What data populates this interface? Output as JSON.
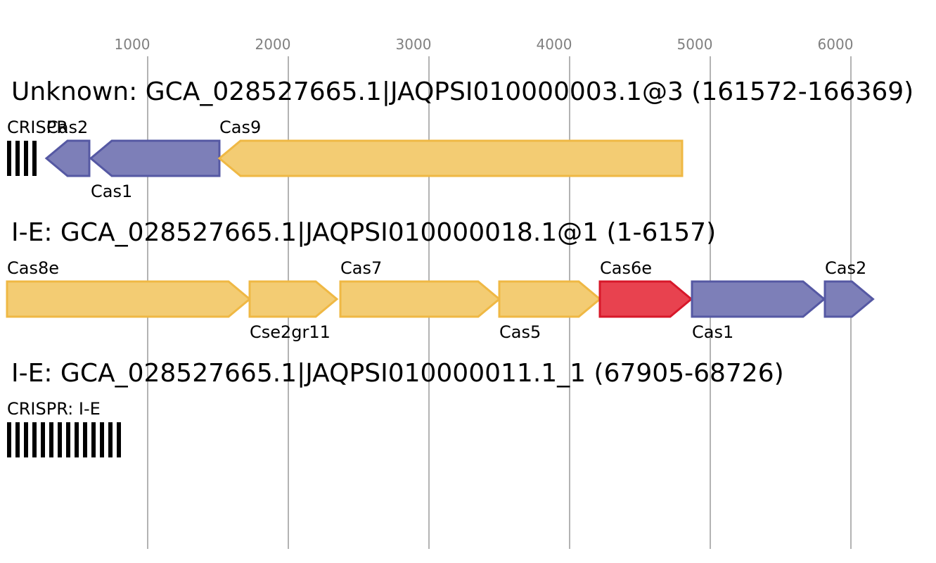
{
  "axis": {
    "ticks": [
      {
        "value": 1000,
        "label": "1000"
      },
      {
        "value": 2000,
        "label": "2000"
      },
      {
        "value": 3000,
        "label": "3000"
      },
      {
        "value": 4000,
        "label": "4000"
      },
      {
        "value": 5000,
        "label": "5000"
      },
      {
        "value": 6000,
        "label": "6000"
      }
    ]
  },
  "colors": {
    "cas_blue": "#7d7fb8",
    "cas_blue_stroke": "#5558a3",
    "cas_yellow": "#f3cc73",
    "cas_yellow_stroke": "#efb844",
    "cas_red": "#e8424f",
    "cas_red_stroke": "#d7182a",
    "crispr": "#000000"
  },
  "tracks": [
    {
      "title": "Unknown: GCA_028527665.1|JAQPSI010000003.1@3 (161572-166369)",
      "features": [
        {
          "kind": "crispr",
          "name": "CRISPR",
          "start": 0,
          "end": 230,
          "repeats": 4
        },
        {
          "kind": "gene",
          "name": "Cas2",
          "start": 280,
          "end": 585,
          "strand": "-",
          "color": "blue",
          "label_pos": "above"
        },
        {
          "kind": "gene",
          "name": "Cas1",
          "start": 595,
          "end": 1510,
          "strand": "-",
          "color": "blue",
          "label_pos": "below"
        },
        {
          "kind": "gene",
          "name": "Cas9",
          "start": 1510,
          "end": 4800,
          "strand": "-",
          "color": "yellow",
          "label_pos": "above"
        }
      ]
    },
    {
      "title": "I-E: GCA_028527665.1|JAQPSI010000018.1@1 (1-6157)",
      "features": [
        {
          "kind": "gene",
          "name": "Cas8e",
          "start": 0,
          "end": 1725,
          "strand": "+",
          "color": "yellow",
          "label_pos": "above"
        },
        {
          "kind": "gene",
          "name": "Cse2gr11",
          "start": 1725,
          "end": 2345,
          "strand": "+",
          "color": "yellow",
          "label_pos": "below"
        },
        {
          "kind": "gene",
          "name": "Cas7",
          "start": 2370,
          "end": 3500,
          "strand": "+",
          "color": "yellow",
          "label_pos": "above"
        },
        {
          "kind": "gene",
          "name": "Cas5",
          "start": 3500,
          "end": 4215,
          "strand": "+",
          "color": "yellow",
          "label_pos": "below"
        },
        {
          "kind": "gene",
          "name": "Cas6e",
          "start": 4215,
          "end": 4865,
          "strand": "+",
          "color": "red",
          "label_pos": "above"
        },
        {
          "kind": "gene",
          "name": "Cas1",
          "start": 4870,
          "end": 5810,
          "strand": "+",
          "color": "blue",
          "label_pos": "below"
        },
        {
          "kind": "gene",
          "name": "Cas2",
          "start": 5815,
          "end": 6157,
          "strand": "+",
          "color": "blue",
          "label_pos": "above"
        }
      ]
    },
    {
      "title": "I-E: GCA_028527665.1|JAQPSI010000011.1_1 (67905-68726)",
      "features": [
        {
          "kind": "crispr",
          "name": "CRISPR: I-E",
          "start": 0,
          "end": 821,
          "repeats": 14
        }
      ]
    }
  ]
}
